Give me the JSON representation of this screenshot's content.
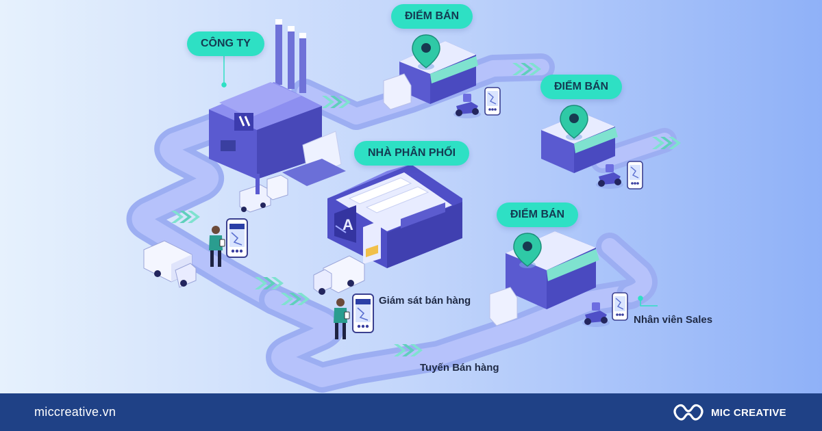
{
  "labels": {
    "company": "CÔNG TY",
    "distributor": "NHÀ PHÂN PHỐI",
    "store_1": "ĐIỂM BÁN",
    "store_2": "ĐIỂM BÁN",
    "store_3": "ĐIỂM BÁN",
    "sales_monitoring": "Giám sát bán hàng",
    "sales_route": "Tuyến Bán hàng",
    "sales_staff": "Nhân viên Sales"
  },
  "footer": {
    "website": "miccreative.vn",
    "brand_name": "MIC CREATIVE"
  },
  "building_sign": "A",
  "colors": {
    "label_bg": "#2ee0c4",
    "road": "#a9b6f7",
    "building": "#5a5ad0",
    "footer_bg": "#1f4186",
    "marker": "#2fc9a6"
  },
  "icons": [
    "map-pin-icon",
    "chevron-arrow-icon",
    "phone-icon",
    "truck-icon",
    "scooter-icon",
    "forklift-icon",
    "person-icon",
    "mic-creative-logo-icon"
  ]
}
